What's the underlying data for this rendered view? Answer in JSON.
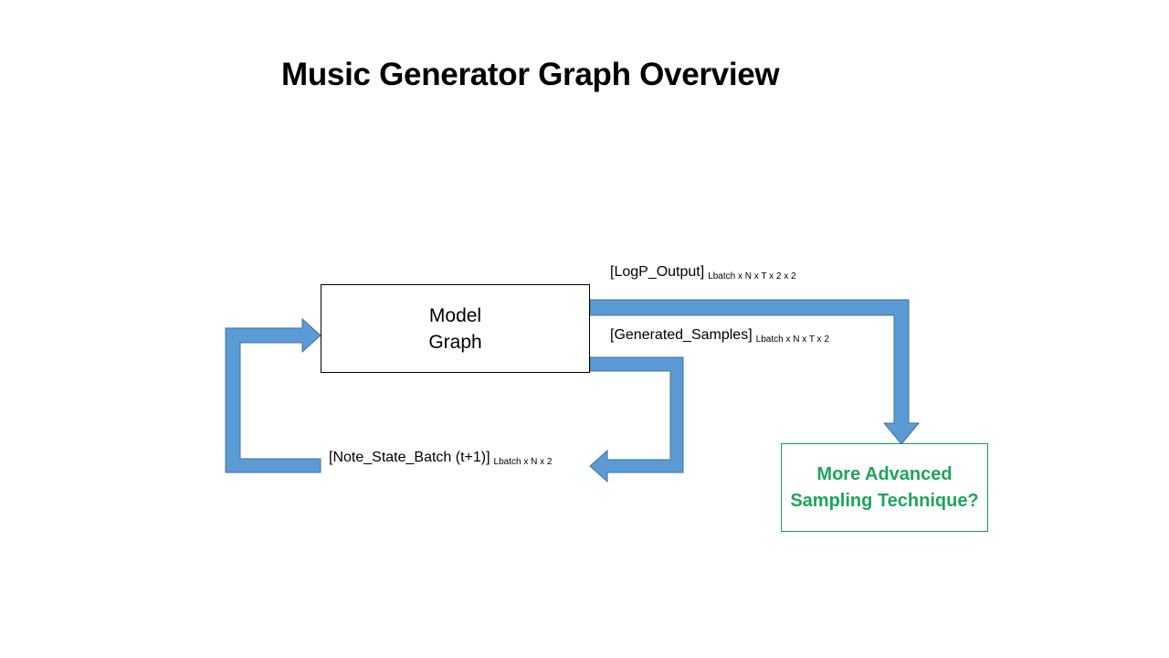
{
  "title": "Music Generator Graph Overview",
  "nodes": {
    "model": {
      "line1": "Model",
      "line2": "Graph"
    },
    "sampling": {
      "line1": "More Advanced",
      "line2": "Sampling Technique?"
    }
  },
  "edges": {
    "logp_output": {
      "label": "[LogP_Output]",
      "subscript": "Lbatch x N x T x 2 x 2"
    },
    "generated_samples": {
      "label": "[Generated_Samples]",
      "subscript": "Lbatch x N x T x 2"
    },
    "note_state_batch": {
      "label": "[Note_State_Batch (t+1)]",
      "subscript": "Lbatch x N x 2"
    }
  },
  "colors": {
    "arrow_fill": "#5b9bd5",
    "arrow_stroke": "#41719c",
    "sampling_text": "#1ea55a",
    "sampling_border": "#1a9a5a"
  }
}
